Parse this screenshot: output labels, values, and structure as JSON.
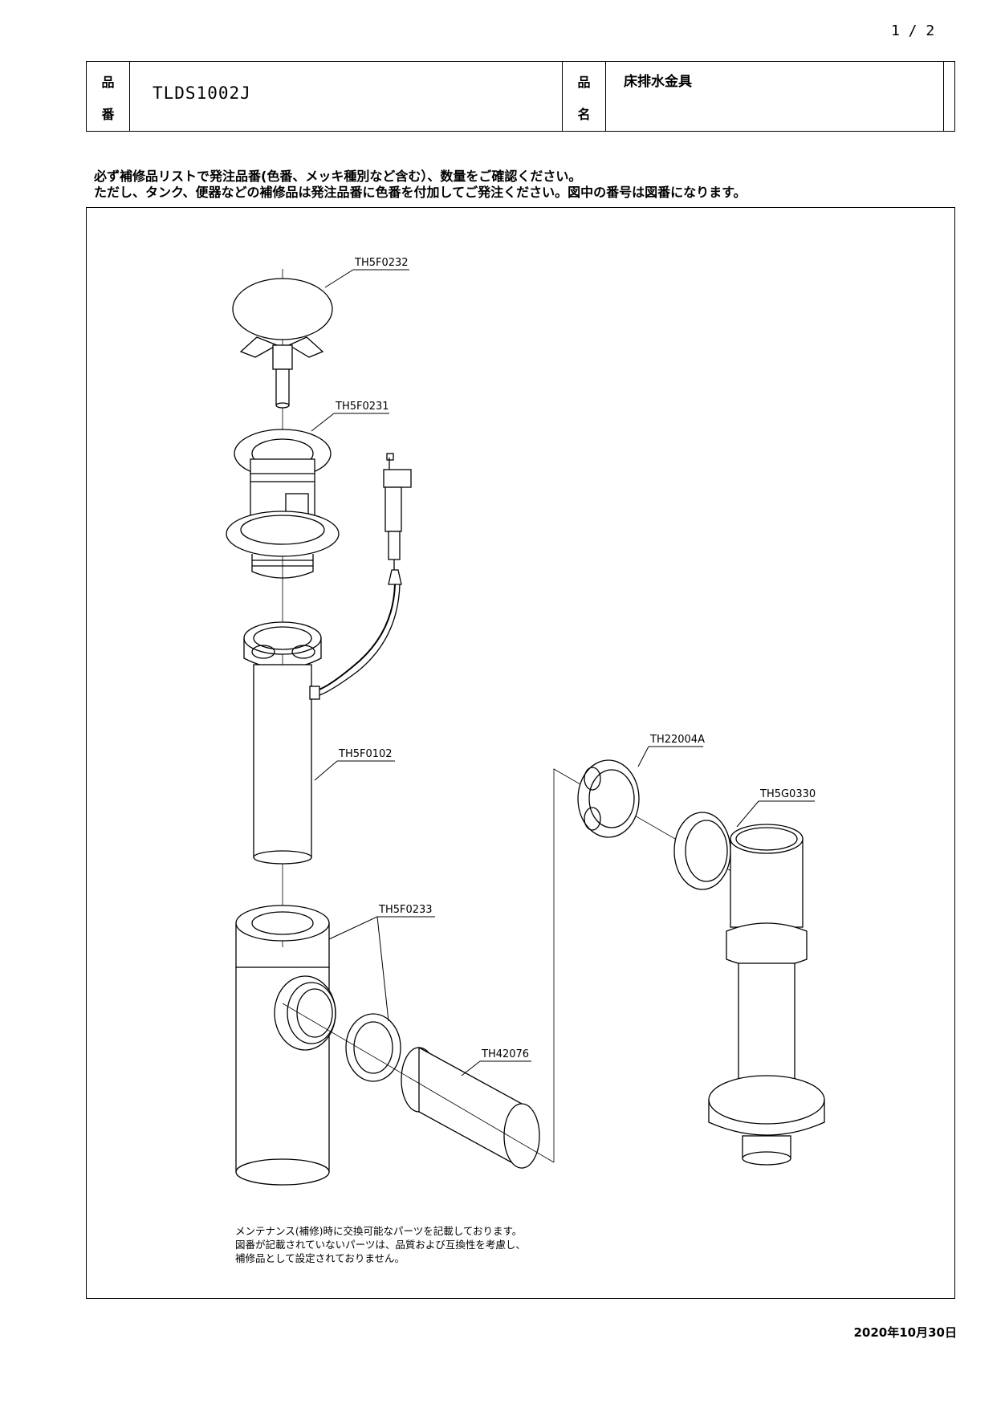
{
  "header": {
    "part_no_label_top": "品",
    "part_no_label_bottom": "番",
    "part_no": "TLDS1002J",
    "part_name_label_top": "品",
    "part_name_label_bottom": "名",
    "part_name": "床排水金具",
    "page": "1 / 2"
  },
  "notice": {
    "line1": "必ず補修品リストで発注品番(色番、メッキ種別など含む）、数量をご確認ください。",
    "line2": "ただし、タンク、便器などの補修品は発注品番に色番を付加してご発注ください。図中の番号は図番になります。"
  },
  "parts": {
    "p1": "TH5F0232",
    "p2": "TH5F0231",
    "p3": "TH5F0102",
    "p4": "TH22004A",
    "p5": "TH5G0330",
    "p6": "TH5F0233",
    "p7": "TH42076"
  },
  "footnote": {
    "line1": "メンテナンス(補修)時に交換可能なパーツを記載しております。",
    "line2": "図番が記載されていないパーツは、品質および互換性を考慮し、",
    "line3": "補修品として設定されておりません。"
  },
  "date": "2020年10月30日"
}
